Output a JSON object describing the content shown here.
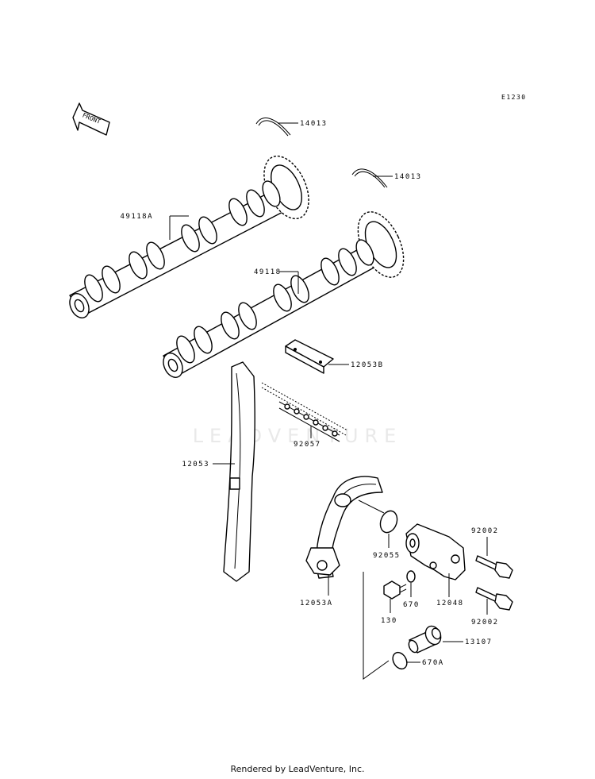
{
  "diagram": {
    "ref_code": "E1230",
    "front_label": "FRONT",
    "watermark": "LEADVENTURE",
    "parts": [
      {
        "id": "14013a",
        "label": "14013"
      },
      {
        "id": "14013b",
        "label": "14013"
      },
      {
        "id": "49118A",
        "label": "49118A"
      },
      {
        "id": "49118",
        "label": "49118"
      },
      {
        "id": "12053B",
        "label": "12053B"
      },
      {
        "id": "92057",
        "label": "92057"
      },
      {
        "id": "12053",
        "label": "12053"
      },
      {
        "id": "92055",
        "label": "92055"
      },
      {
        "id": "12053A",
        "label": "12053A"
      },
      {
        "id": "130",
        "label": "130"
      },
      {
        "id": "670",
        "label": "670"
      },
      {
        "id": "12048",
        "label": "12048"
      },
      {
        "id": "92002a",
        "label": "92002"
      },
      {
        "id": "92002b",
        "label": "92002"
      },
      {
        "id": "13107",
        "label": "13107"
      },
      {
        "id": "670A",
        "label": "670A"
      }
    ]
  },
  "footer": "Rendered by LeadVenture, Inc."
}
